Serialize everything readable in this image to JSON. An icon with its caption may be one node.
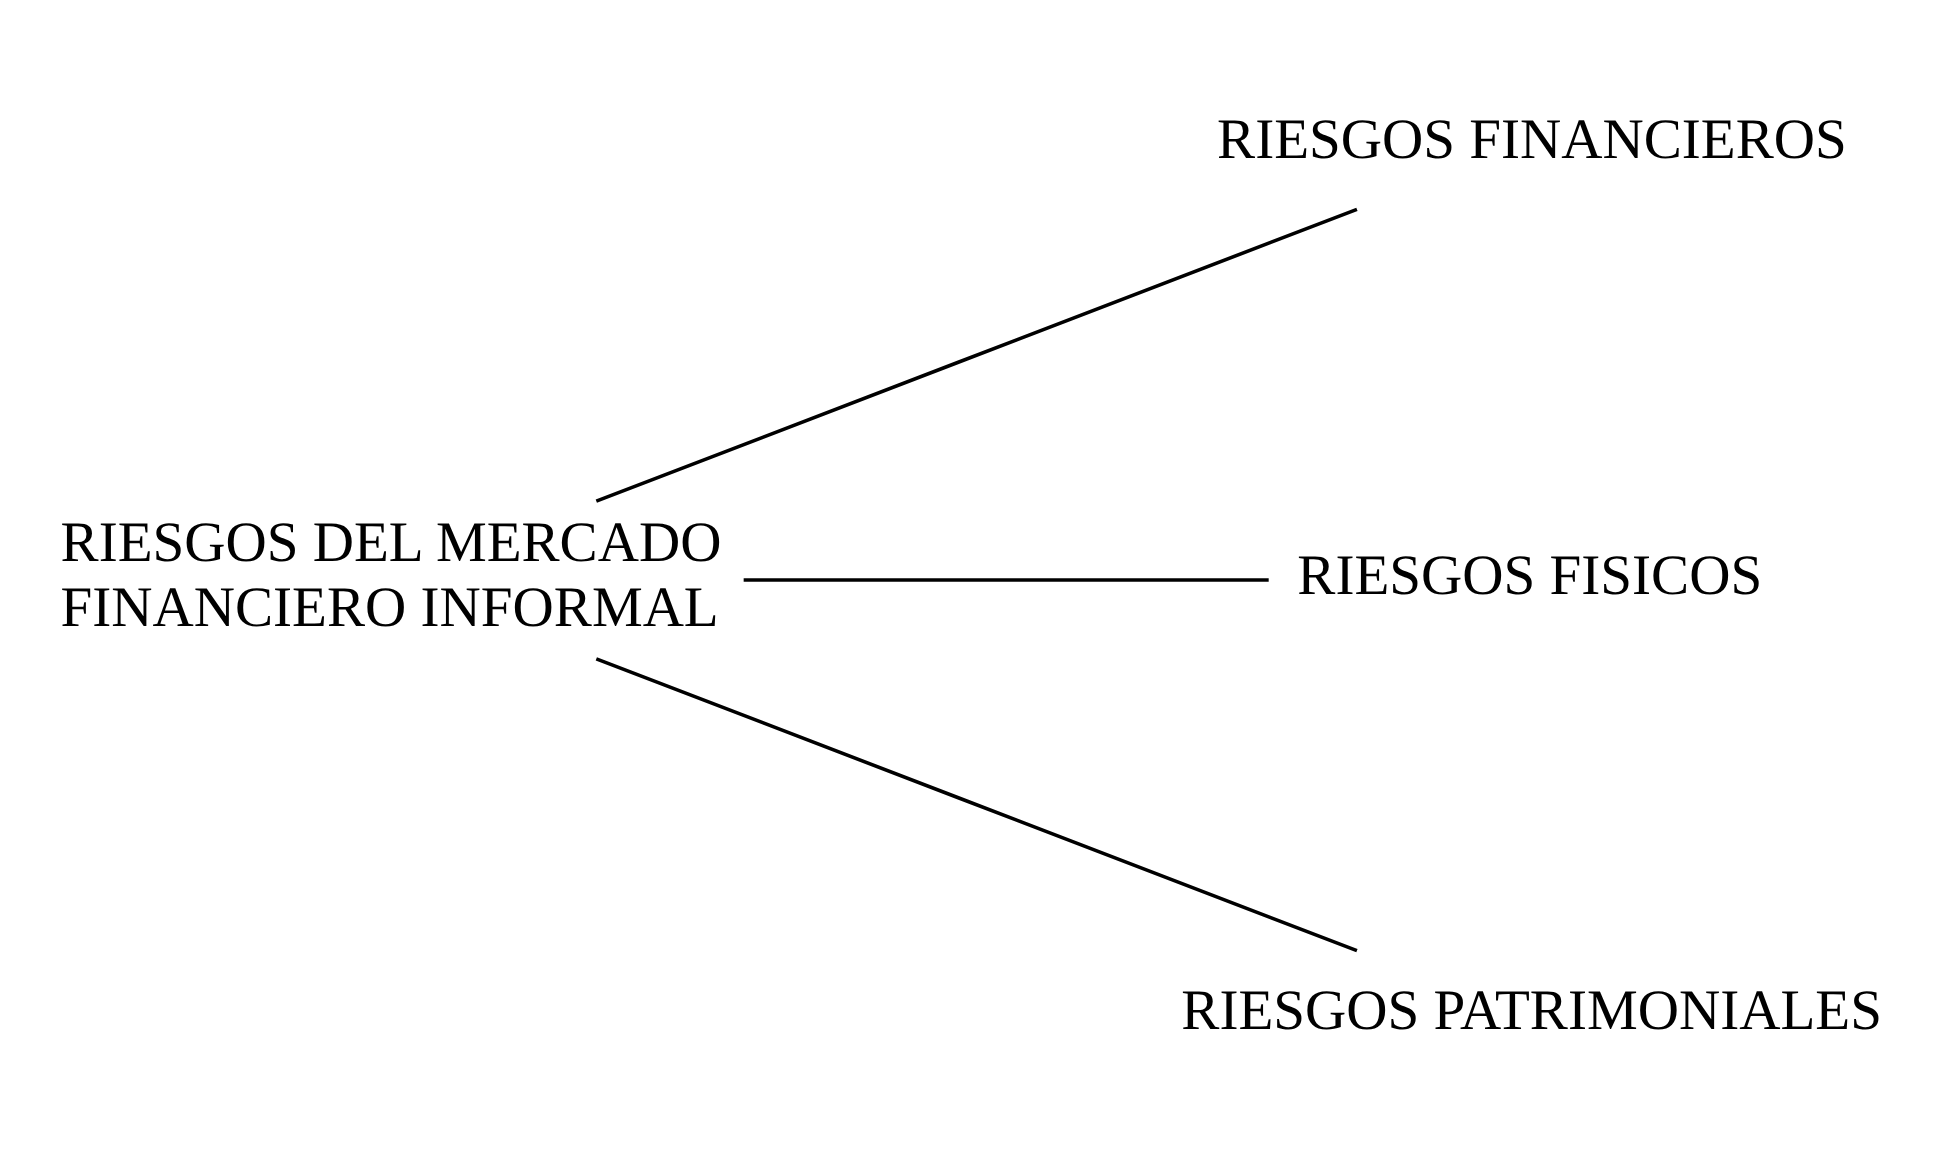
{
  "diagram": {
    "nodes": [
      {
        "text": [
          "RIESGOS DEL MERCADO FINANCIERO INFORMAL"
        ]
      },
      {
        "text": [
          "RIESGOS FINANCIEROS"
        ]
      },
      {
        "text": [
          "RIESGOS FISICOS"
        ]
      },
      {
        "text": [
          "RIESGOS PATRIMONIALES"
        ]
      }
    ],
    "edges": [
      {
        "from": 0,
        "to": 1,
        "arrow": "none"
      },
      {
        "from": 0,
        "to": 2,
        "arrow": "none"
      },
      {
        "from": 0,
        "to": 3,
        "arrow": "none"
      }
    ]
  }
}
